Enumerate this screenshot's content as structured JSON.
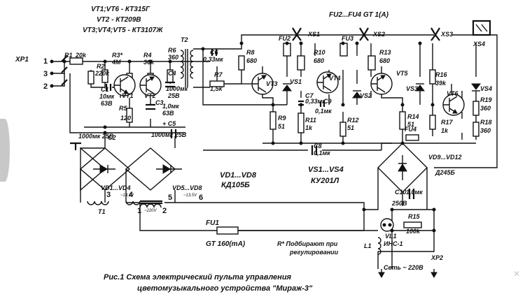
{
  "header": {
    "line1": "VT1;VT6 - КТ315Г",
    "line2": "VT2 - КТ209В",
    "line3": "VT3;VT4;VT5 - КТ3107Ж",
    "fuse_note": "FU2...FU4  GT 1(A)"
  },
  "parts": {
    "XP1": "XP1",
    "R1": "R1",
    "R1v": "20k",
    "R2": "R2",
    "R2v": "220k",
    "R3": "R3*",
    "R3v": "4M",
    "R4": "R4",
    "R4v": "36k",
    "R5": "R5",
    "R5v": "120",
    "R6": "R6",
    "R6v": "360",
    "C1": "C1",
    "C1v1": "10мк",
    "C1v2": "63В",
    "C2": "C2",
    "C2v": "1000мк 25В",
    "C3": "C3",
    "C3v1": "1,0мк",
    "C3v2": "63В",
    "C4": "C4",
    "C4v1": "1000мк",
    "C4v2": "25В",
    "C5": "+ C5",
    "C5v": "1000мк 25В",
    "C6": "C6",
    "C6v": "0,33мк",
    "R7": "R7",
    "R7v": "1,5k",
    "R8": "R8",
    "R8v": "680",
    "T2": "T2",
    "VT1": "VT1",
    "VT2": "VT2",
    "VT3": "VT3",
    "VT4": "VT4",
    "VT5": "VT5",
    "VT6": "VT6",
    "R9": "R9",
    "R9v": "51",
    "VS1": "VS1",
    "FU2": "FU2",
    "FU3": "FU3",
    "FU4": "FU4",
    "R10": "R10",
    "R10v": "680",
    "C7": "C7",
    "C7v": "0,33мк",
    "C9": "C9",
    "C9v": "0,1мк",
    "R11": "R11",
    "R11v": "1k",
    "R12": "R12",
    "R12v": "51",
    "VS2": "VS2",
    "C8": "C8",
    "C8v": "0,1мк",
    "R13": "R13",
    "R13v": "680",
    "VS3": "VS3",
    "R14": "R14",
    "R14v": "51",
    "R16": "R16",
    "R16v": "39k",
    "R17": "R17",
    "R17v": "1k",
    "R18": "R18",
    "R18v": "360",
    "R19": "R19",
    "R19v": "360",
    "VS4": "VS4",
    "XS1": "XS1",
    "XS2": "XS2",
    "XS3": "XS3",
    "XS4": "XS4",
    "VD1VD8": "VD1...VD8",
    "KD105B": "КД105Б",
    "VD1VD4": "VD1...VD4",
    "VD5VD8": "VD5...VD8",
    "volt1": "~14,2V",
    "volt2": "~13,5V",
    "VS1VS4": "VS1...VS4",
    "KU201L": "КУ201Л",
    "VD9VD12": "VD9...VD12",
    "D245B": "Д245Б",
    "C10": "C10",
    "C10v": "1,0мк",
    "C10v2": "250В",
    "R15": "R15",
    "R15v": "100k",
    "VL1": "VL1",
    "VL1type": "ИНС-1",
    "L1": "L1",
    "XP2": "XP2",
    "mains": "Сеть ~ 220В",
    "T1": "T1",
    "t1v": "~220V",
    "FU1": "FU1",
    "FU1v": "GT 160(mA)",
    "pin1": "1",
    "pin2": "2",
    "pin3": "3",
    "pin4": "4",
    "pin5": "5",
    "pin6": "6",
    "in1": "1",
    "in2": "2",
    "in3": "3"
  },
  "notes": {
    "rstar1": "R*  Подбирают при",
    "rstar2": "регулировании"
  },
  "caption": {
    "line1": "Рис.1  Схема электрический пульта управления",
    "line2": "цветомузыкального устройства \"Мираж-3\""
  }
}
